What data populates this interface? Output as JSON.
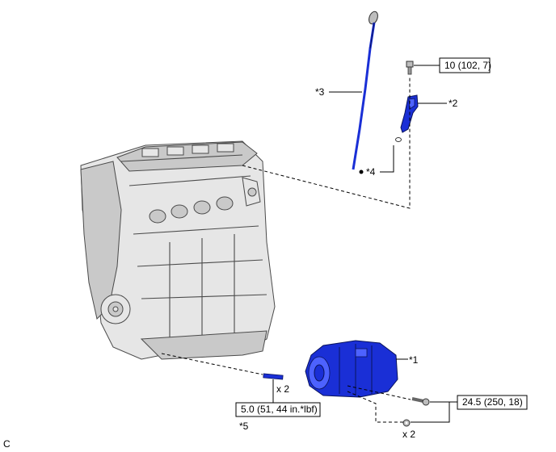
{
  "callouts": {
    "part1": "*1",
    "part2": "*2",
    "part3": "*3",
    "part4": "*4",
    "part5": "*5"
  },
  "torques": {
    "bolt_top": "10 (102, 7)",
    "stud": "5.0 (51, 44 in.*lbf)",
    "compressor_bolts": "24.5 (250, 18)"
  },
  "quantities": {
    "stud_qty": "x 2",
    "bolt_qty": "x 2"
  },
  "corner_code": "C",
  "colors": {
    "highlight_part": "#1a2fd6",
    "engine": "#e6e6e6",
    "line": "#000000"
  }
}
